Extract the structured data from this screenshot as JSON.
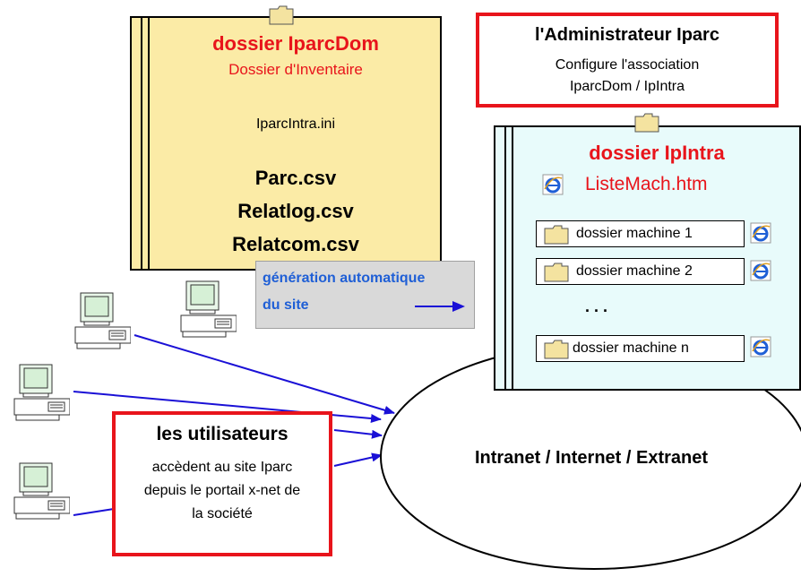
{
  "iparcdom": {
    "title": "dossier IparcDom",
    "subtitle": "Dossier d'Inventaire",
    "ini_file": "IparcIntra.ini",
    "files": [
      "Parc.csv",
      "Relatlog.csv",
      "Relatcom.csv"
    ]
  },
  "admin": {
    "title": "l'Administrateur Iparc",
    "line1": "Configure l'association",
    "line2": "IparcDom / IpIntra"
  },
  "ipintra": {
    "title": "dossier IpIntra",
    "file": "ListeMach.htm",
    "machines": [
      "dossier machine 1",
      "dossier machine 2",
      "dossier machine n"
    ],
    "ellipsis": ". . ."
  },
  "generation": {
    "line1": "génération automatique",
    "line2": "du site"
  },
  "users": {
    "title": "les utilisateurs",
    "line1": "accèdent au site Iparc",
    "line2": "depuis le portail x-net de",
    "line3": "la société"
  },
  "network": {
    "label": "Intranet / Internet / Extranet"
  },
  "colors": {
    "accent_red": "#e8141b",
    "arrow_blue": "#1a10d6",
    "dom_fill": "#fbeba6",
    "intra_fill": "#e8fbfb",
    "gen_text": "#1f5fd6"
  }
}
